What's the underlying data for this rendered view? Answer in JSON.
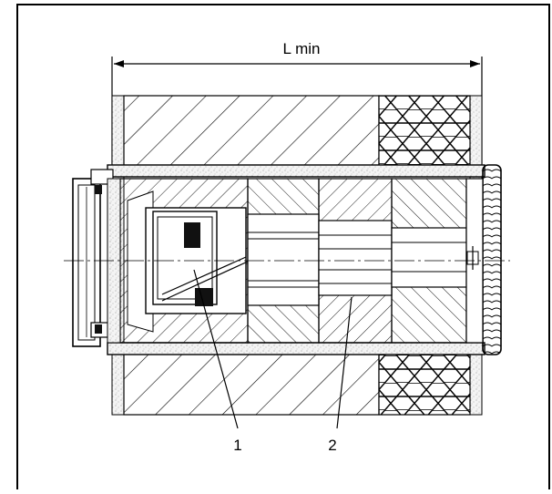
{
  "dimension": {
    "label": "L min"
  },
  "callouts": [
    {
      "id": "1",
      "label": "1"
    },
    {
      "id": "2",
      "label": "2"
    }
  ],
  "colors": {
    "line": "#000000",
    "background": "#ffffff",
    "concrete": "#f2f2f2",
    "insulation": "#ffffff",
    "block": "#111111"
  }
}
